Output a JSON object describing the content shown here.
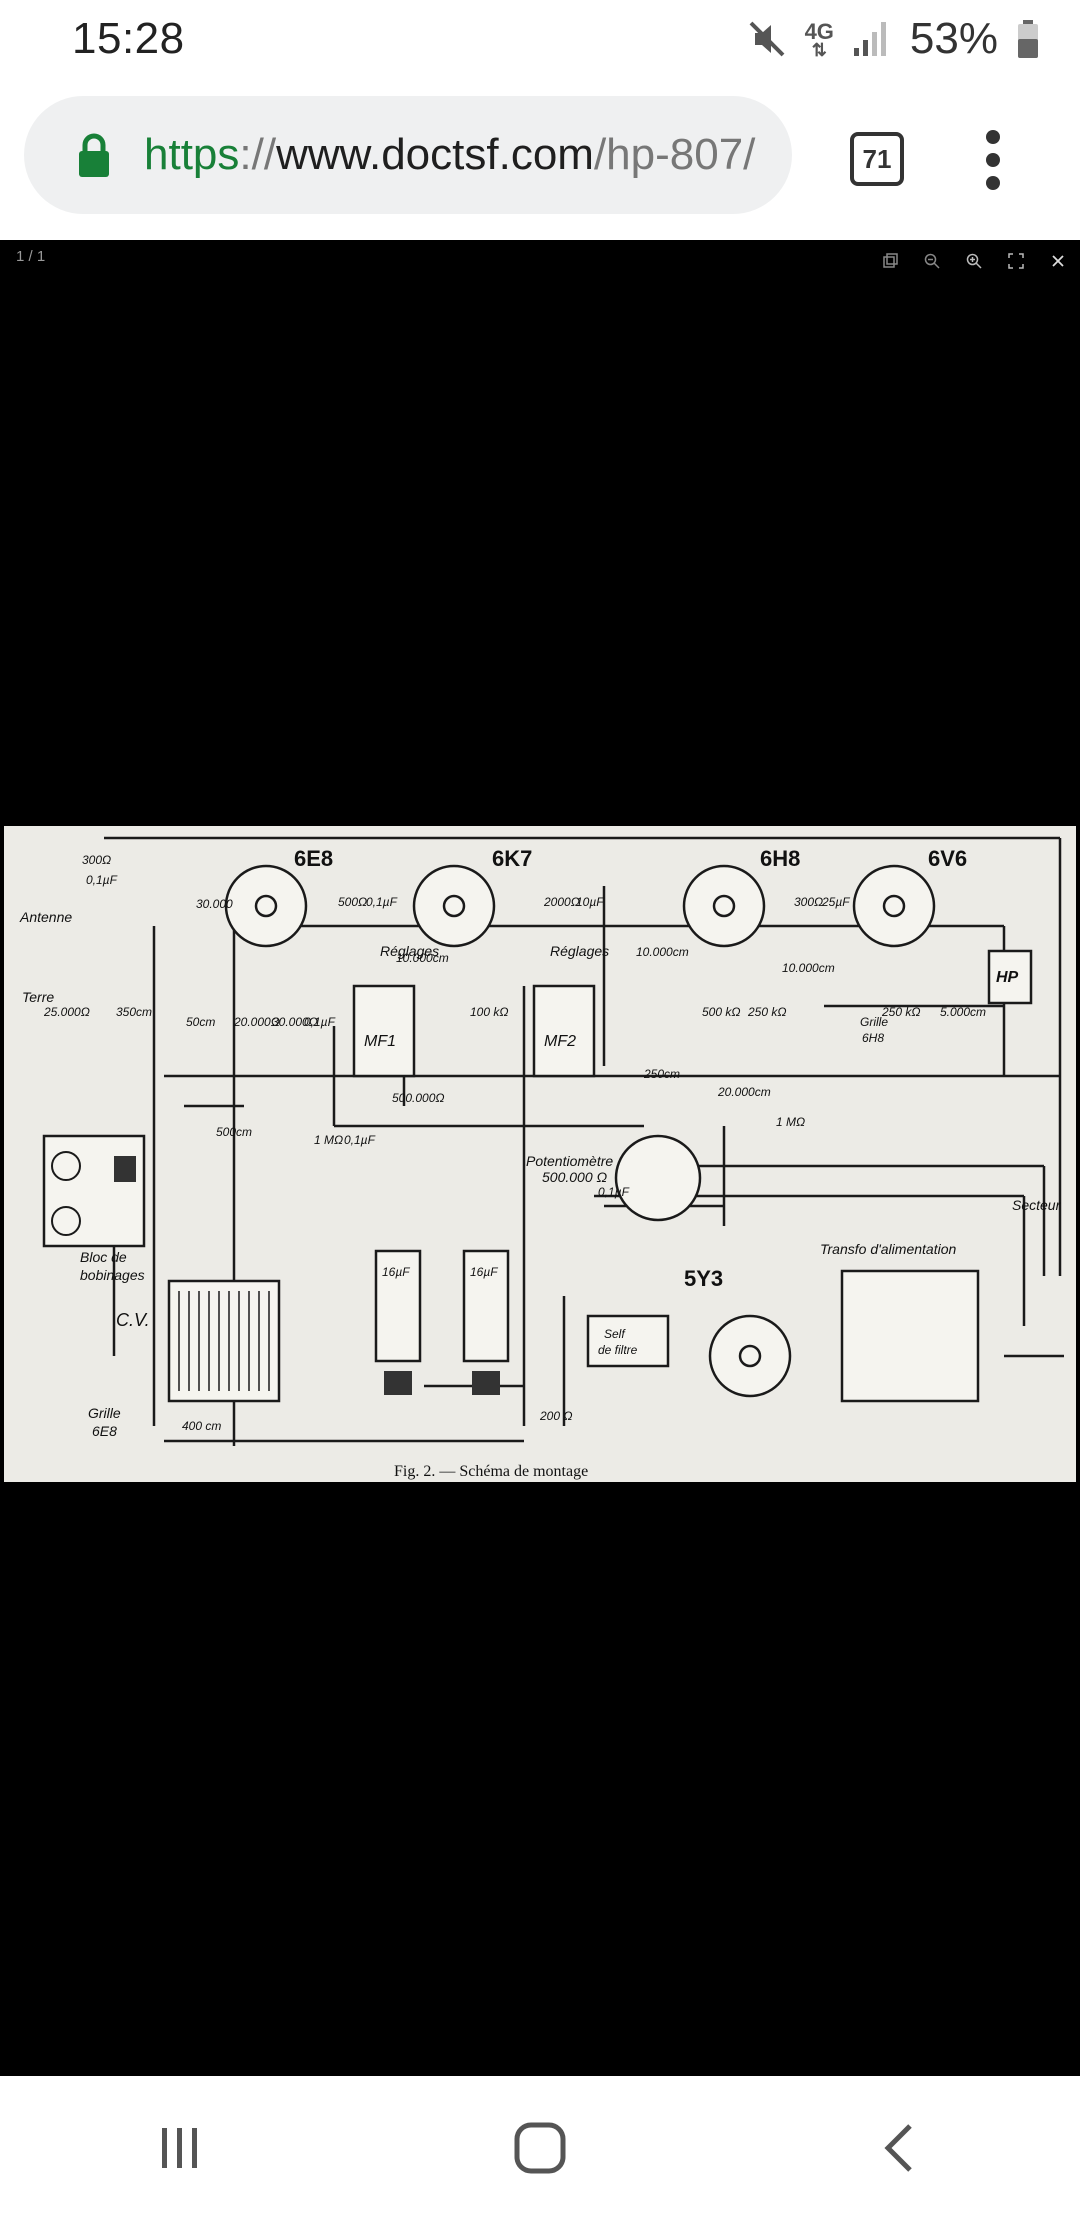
{
  "status": {
    "time": "15:28",
    "network": "4G",
    "battery": "53%"
  },
  "browser": {
    "url_scheme": "https",
    "url_sep": "://",
    "url_host": "www.doctsf.com",
    "url_path": "/hp-807/",
    "tab_count": "71"
  },
  "viewer": {
    "page_indicator": "1 / 1"
  },
  "figure": {
    "tubes": [
      "6E8",
      "6K7",
      "6H8",
      "6V6",
      "5Y3"
    ],
    "left_labels": {
      "antenne": "Antenne",
      "terre": "Terre",
      "bloc": "Bloc de",
      "bobinages": "bobinages",
      "cv": "C.V.",
      "grille": "Grille",
      "grille_tube": "6E8"
    },
    "components": {
      "r300": "300Ω",
      "c01a": "0,1µF",
      "r30000": "30.000",
      "r25000": "25.000Ω",
      "r350": "350cm",
      "c50": "50cm",
      "r20000": "20.000Ω",
      "r30000b": "30.000Ω",
      "c01b": "0,1µF",
      "r500": "500Ω",
      "c01c": "0,1µF",
      "c10000a": "10.000cm",
      "r100k": "100 kΩ",
      "r2000": "2000Ω",
      "c10": "10µF",
      "c10000b": "10.000cm",
      "r500b": "500 kΩ",
      "r250k": "250 kΩ",
      "r300b": "300Ω",
      "c25": "25µF",
      "c10000c": "10.000cm",
      "r250": "250 kΩ",
      "c5000": "5.000cm",
      "c500": "500cm",
      "r500000": "500.000Ω",
      "r1m": "1 MΩ",
      "c01d": "0,1µF",
      "c250": "250cm",
      "c20000": "20.000cm",
      "r1mb": "1 MΩ",
      "c01e": "0,1µF",
      "c16a": "16µF",
      "c16b": "16µF",
      "r200": "200 Ω",
      "c400": "400 cm"
    },
    "labels": {
      "reglages1": "Réglages",
      "reglages2": "Réglages",
      "mf1": "MF1",
      "mf2": "MF2",
      "hp": "HP",
      "potentiometre": "Potentiomètre",
      "pot_value": "500.000 Ω",
      "grille_6h8_a": "Grille",
      "grille_6h8_b": "6H8",
      "self1": "Self",
      "self2": "de filtre",
      "secteur": "Secteur",
      "transfo": "Transfo d'alimentation"
    },
    "caption": "Fig. 2. — Schéma de montage"
  }
}
